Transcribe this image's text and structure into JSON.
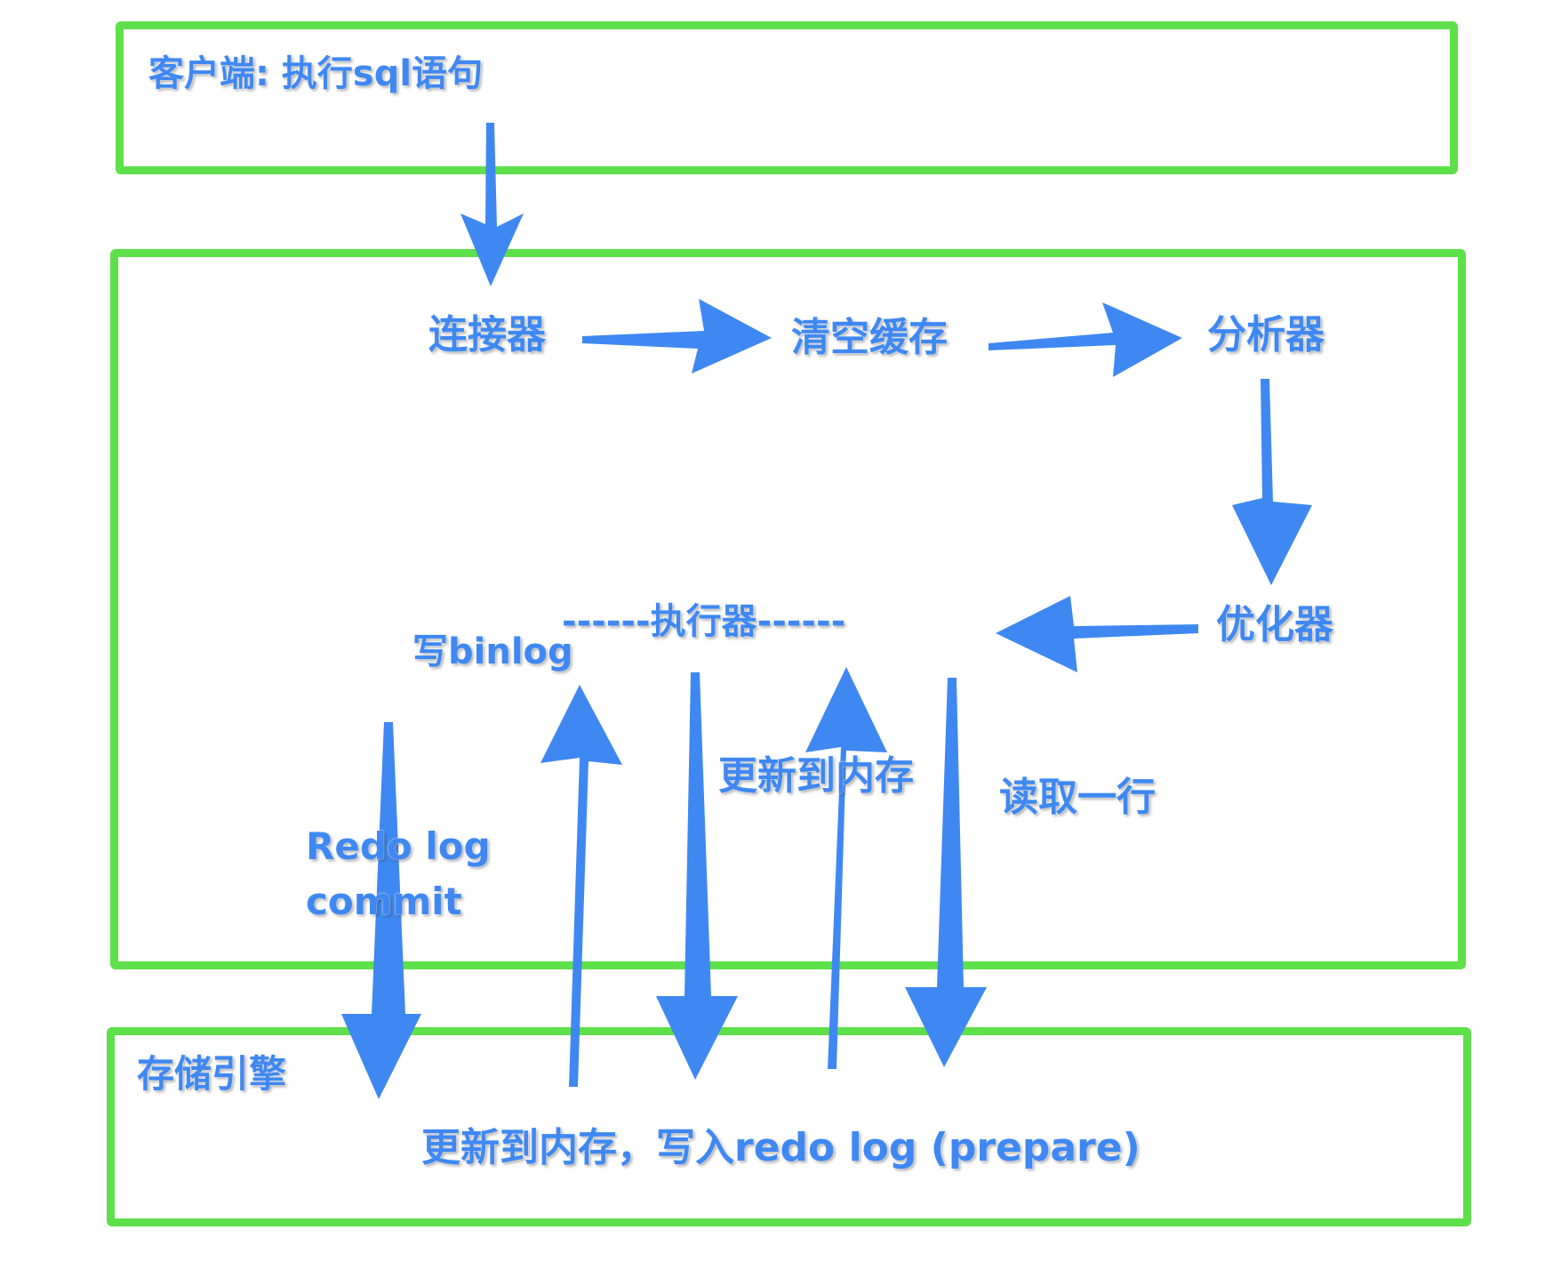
{
  "colors": {
    "box_border": "#5ee04a",
    "label": "#3f88f2",
    "arrow": "#3f88f2"
  },
  "client": {
    "label": "客户端: 执行sql语句"
  },
  "server": {
    "connector": "连接器",
    "clear_cache": "清空缓存",
    "analyzer": "分析器",
    "optimizer": "优化器",
    "executor": "------执行器------",
    "write_binlog": "写binlog",
    "update_memory": "更新到内存",
    "read_row": "读取一行",
    "redo_commit_line1": "Redo log",
    "redo_commit_line2": "commit"
  },
  "storage": {
    "label": "存储引擎",
    "action": "更新到内存，写入redo log (prepare)"
  }
}
